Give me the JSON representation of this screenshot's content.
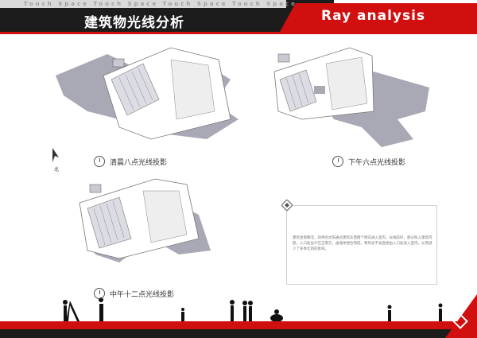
{
  "header": {
    "strip_text": "Touch Space  Touch Space  Touch Space  Touch Space",
    "title_cn": "建筑物光线分析",
    "title_en": "Ray analysis"
  },
  "compass": {
    "label": "北"
  },
  "diagrams": [
    {
      "caption": "清晨八点光线投影"
    },
    {
      "caption": "下午六点光线投影"
    },
    {
      "caption": "中午十二点光线投影"
    }
  ],
  "description": {
    "text": "建筑坐南朝北，四季的太阳通过建筑东西两个侧向进入室内，光线较好，部分照入建筑内部，入口处设计在正南方，由墙体围合而成，寒风也不会直接由入口处进入室内，从而减少了冬季北风的影响。"
  },
  "colors": {
    "accent": "#d20f0f",
    "dark": "#1c1c1c",
    "shadow": "#a9a9b6"
  }
}
